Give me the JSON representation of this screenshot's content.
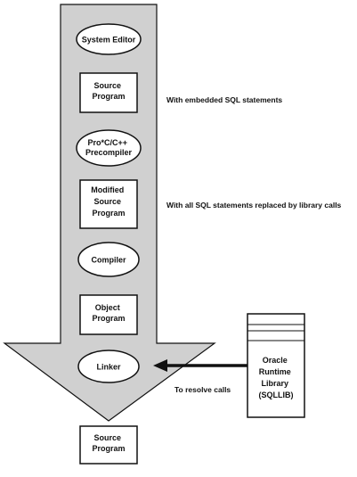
{
  "diagram": {
    "colors": {
      "arrow_fill": "#d0d0d0",
      "stroke": "#111111",
      "node_fill": "#ffffff"
    },
    "nodes": [
      {
        "id": "system-editor",
        "shape": "ellipse",
        "lines": [
          "System Editor"
        ]
      },
      {
        "id": "source-program",
        "shape": "box",
        "lines": [
          "Source",
          "Program"
        ]
      },
      {
        "id": "precompiler",
        "shape": "ellipse",
        "lines": [
          "Pro*C/C++",
          "Precompiler"
        ]
      },
      {
        "id": "modified-source-program",
        "shape": "box",
        "lines": [
          "Modified",
          "Source",
          "Program"
        ]
      },
      {
        "id": "compiler",
        "shape": "ellipse",
        "lines": [
          "Compiler"
        ]
      },
      {
        "id": "object-program",
        "shape": "box",
        "lines": [
          "Object",
          "Program"
        ]
      },
      {
        "id": "linker",
        "shape": "ellipse",
        "lines": [
          "Linker"
        ]
      },
      {
        "id": "output-source-program",
        "shape": "box",
        "lines": [
          "Source",
          "Program"
        ]
      },
      {
        "id": "runtime-library",
        "shape": "library",
        "lines": [
          "Oracle",
          "Runtime",
          "Library",
          "(SQLLIB)"
        ]
      }
    ],
    "notes": {
      "embedded": "With embedded SQL statements",
      "replaced": "With all SQL statements replaced by library calls",
      "resolve": "To resolve calls"
    }
  }
}
